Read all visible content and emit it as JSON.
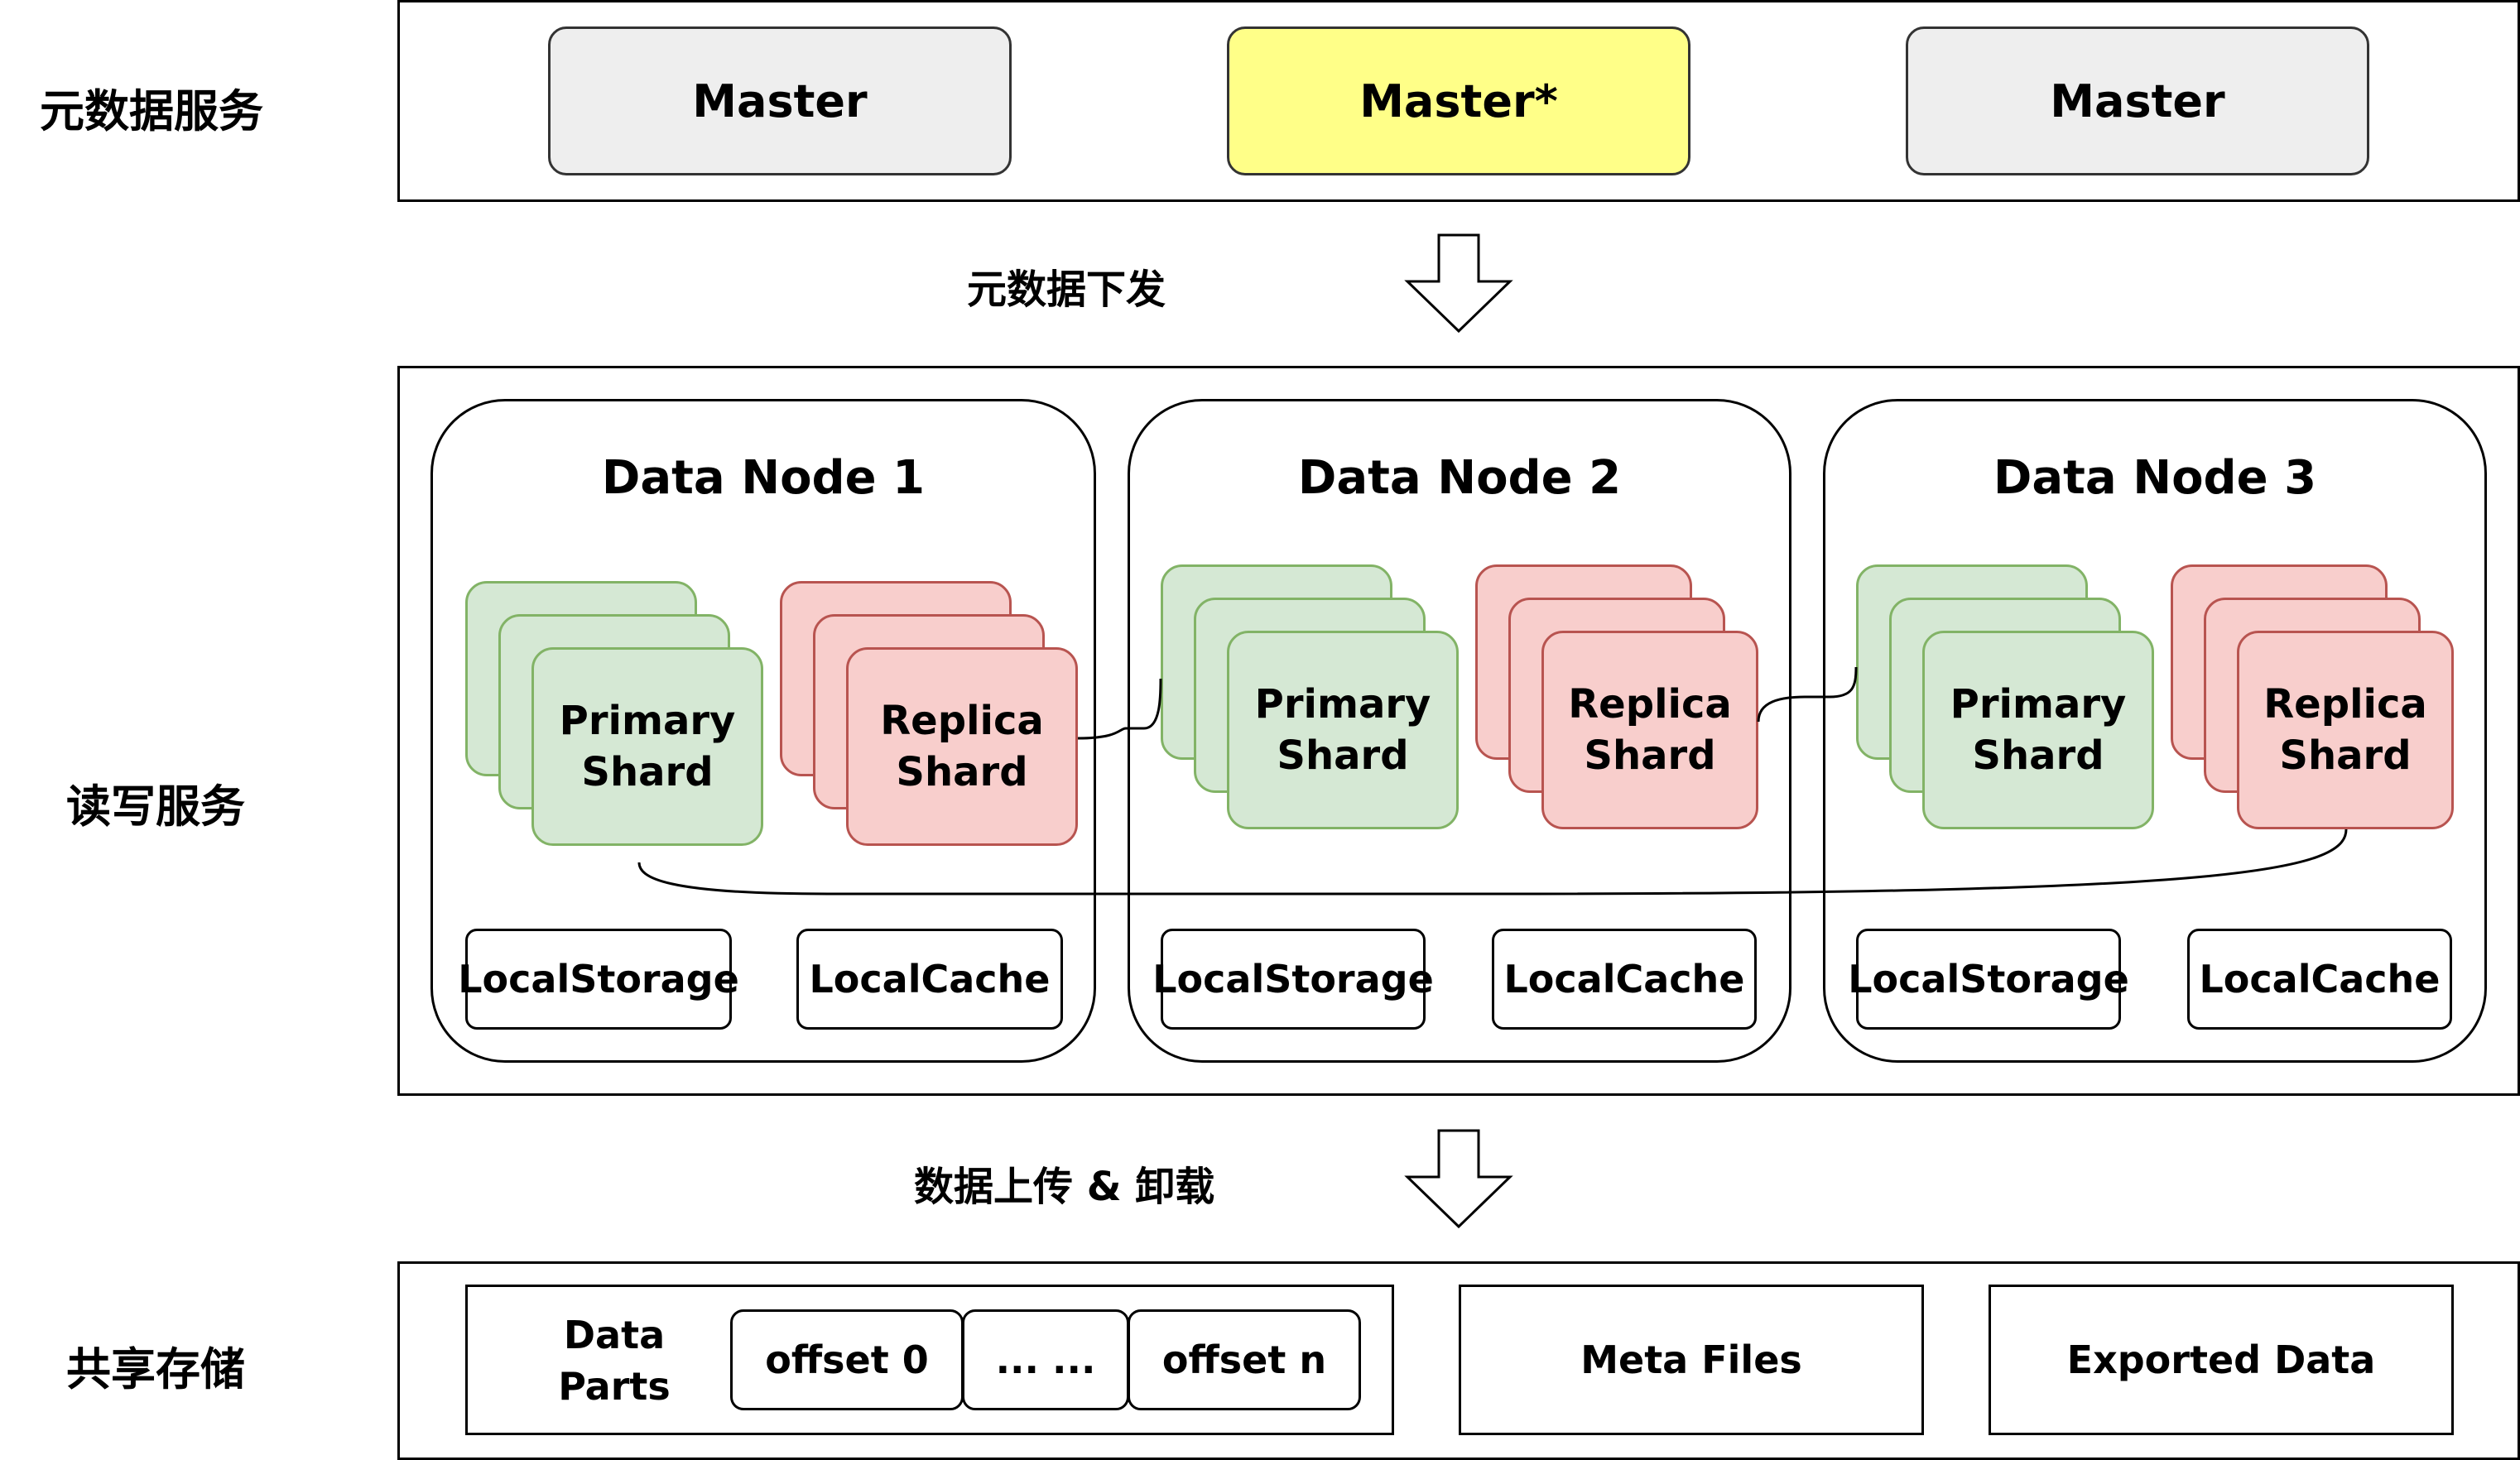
{
  "layers": {
    "metadata": "元数据服务",
    "rw": "读写服务",
    "storage": "共享存储"
  },
  "masters": [
    {
      "label": "Master",
      "leader": false
    },
    {
      "label": "Master*",
      "leader": true
    },
    {
      "label": "Master",
      "leader": false
    }
  ],
  "flows": {
    "down": "元数据下发",
    "up": "数据上传 & 卸载"
  },
  "nodes": [
    {
      "title": "Data Node 1",
      "primary": [
        "Primary",
        "Shard"
      ],
      "replica": [
        "Replica",
        "Shard"
      ],
      "storage": "LocalStorage",
      "cache": "LocalCache"
    },
    {
      "title": "Data Node 2",
      "primary": [
        "Primary",
        "Shard"
      ],
      "replica": [
        "Replica",
        "Shard"
      ],
      "storage": "LocalStorage",
      "cache": "LocalCache"
    },
    {
      "title": "Data Node 3",
      "primary": [
        "Primary",
        "Shard"
      ],
      "replica": [
        "Replica",
        "Shard"
      ],
      "storage": "LocalStorage",
      "cache": "LocalCache"
    }
  ],
  "shared_storage": {
    "parts": [
      "Data",
      "Parts"
    ],
    "offsets": [
      "offset 0",
      "... ...",
      "offset n"
    ],
    "meta": "Meta Files",
    "exported": "Exported Data"
  },
  "colors": {
    "leader_fill": "#ffff88",
    "master_fill": "#eeeeee",
    "primary_fill": "#d5e8d4",
    "primary_border": "#82b366",
    "replica_fill": "#f8cecc",
    "replica_border": "#b85450"
  }
}
